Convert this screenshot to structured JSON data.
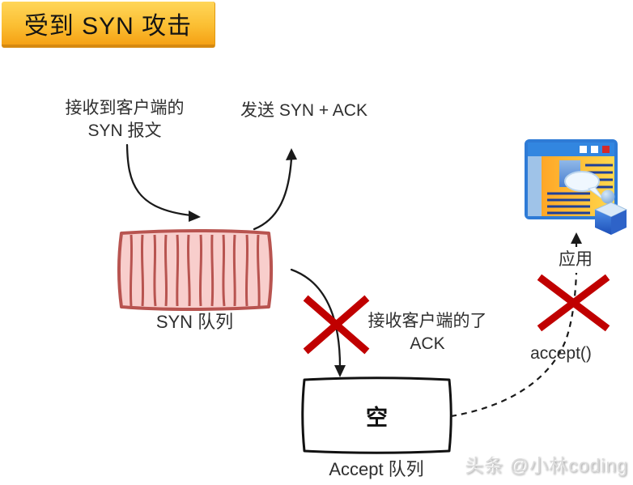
{
  "title": "受到 SYN 攻击",
  "annotations": {
    "recv_syn": {
      "line1": "接收到客户端的",
      "line2": "SYN 报文"
    },
    "send_syn_ack": "发送 SYN + ACK",
    "syn_queue_label": "SYN 队列",
    "recv_ack": {
      "line1": "接收客户端的了",
      "line2": "ACK"
    },
    "accept_queue": {
      "content": "空",
      "label": "Accept 队列"
    },
    "app_label": "应用",
    "accept_call": "accept()"
  },
  "watermark": "头条 @小林coding",
  "icons": {
    "application": "app-window-with-user-icon"
  },
  "colors": {
    "banner_top": "#FFD65A",
    "banner_bottom": "#F5A114",
    "banner_shadow": "#D68910",
    "queue_fill": "#F8CECC",
    "queue_stroke": "#B85450",
    "cross_red": "#C00000",
    "arrow_black": "#1a1a1a",
    "app_window_blue": "#2E7BD6",
    "app_content_orange": "#FF9D1F"
  }
}
